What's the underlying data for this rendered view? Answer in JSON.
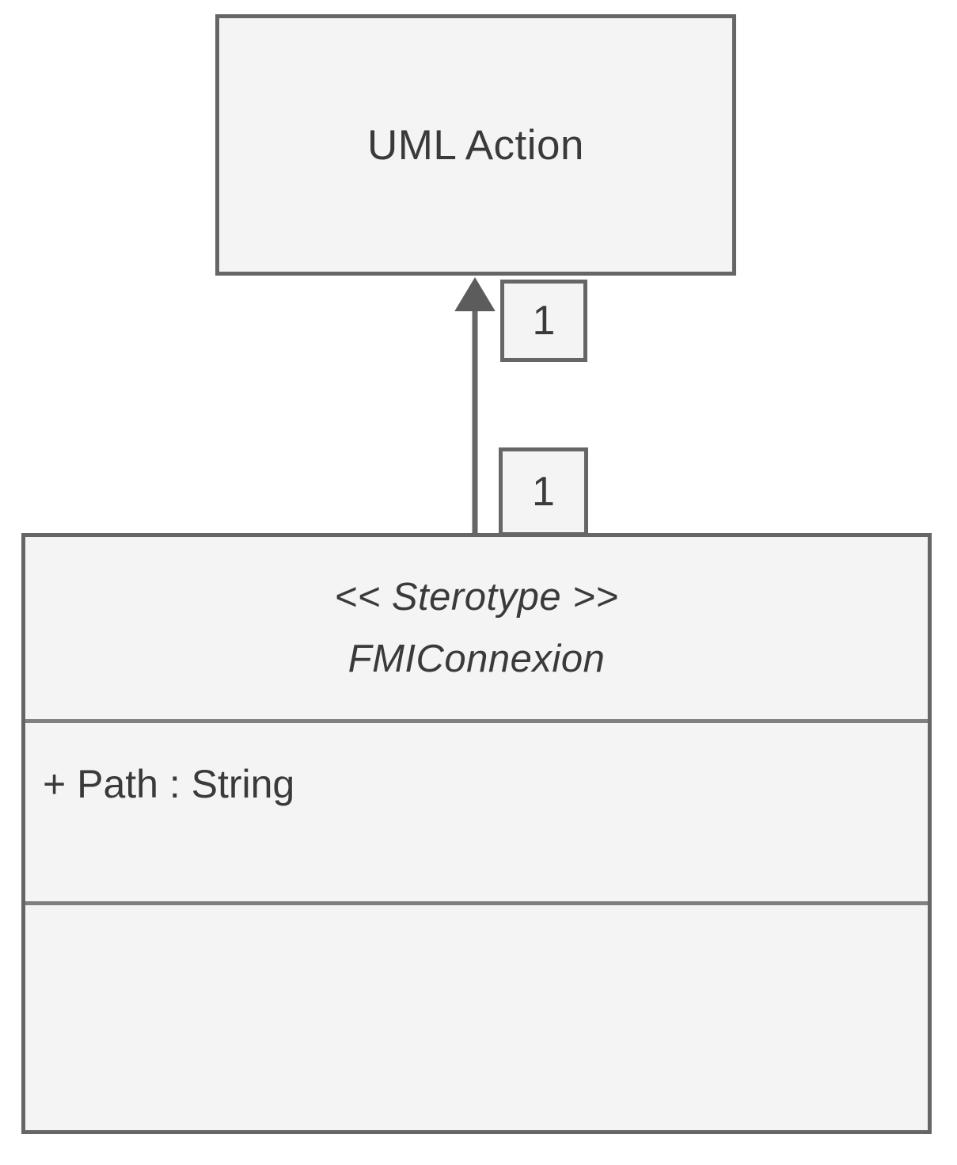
{
  "diagram": {
    "type": "uml-class-diagram",
    "background_color": "#ffffff",
    "box_fill_color": "#f4f4f4",
    "box_border_color": "#666666",
    "divider_color": "#808080",
    "text_color": "#3a3a3a"
  },
  "action_class": {
    "name": "UML Action"
  },
  "relationship": {
    "kind": "generalization",
    "arrow_icon": "hollow-triangle-arrow-icon",
    "source_multiplicity": "1",
    "target_multiplicity": "1"
  },
  "fmi_class": {
    "stereotype": "<< Sterotype >>",
    "name": "FMIConnexion",
    "attributes": [
      "+ Path : String"
    ],
    "operations": []
  }
}
